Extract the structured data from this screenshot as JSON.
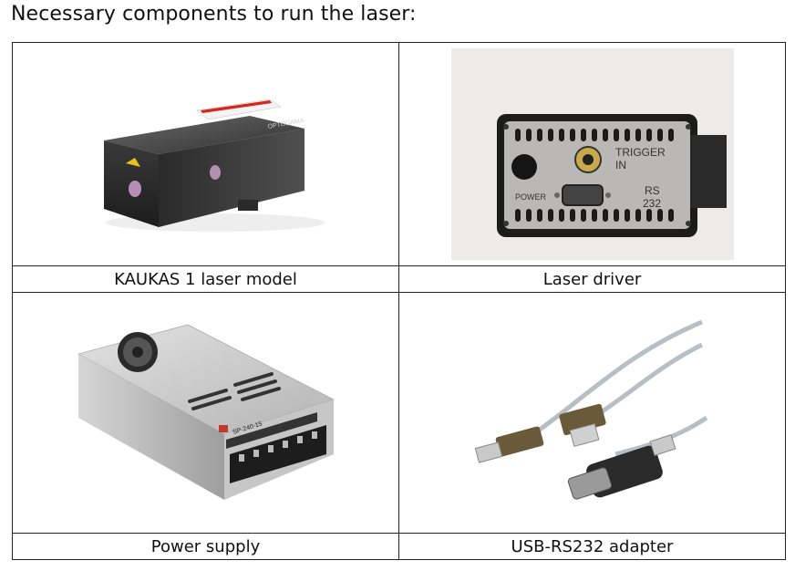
{
  "heading": "Necessary components to run the laser:",
  "cells": [
    {
      "caption": "KAUKAS 1 laser model",
      "icon": "laser-module-photo",
      "label_text": "OPTOGAMA"
    },
    {
      "caption": "Laser driver",
      "icon": "laser-driver-photo",
      "labels": [
        "TRIGGER",
        "IN",
        "POWER",
        "RS",
        "232"
      ]
    },
    {
      "caption": "Power supply",
      "icon": "power-supply-photo",
      "label_text": "SP-240-15"
    },
    {
      "caption": "USB-RS232 adapter",
      "icon": "usb-rs232-adapter-photo"
    }
  ]
}
